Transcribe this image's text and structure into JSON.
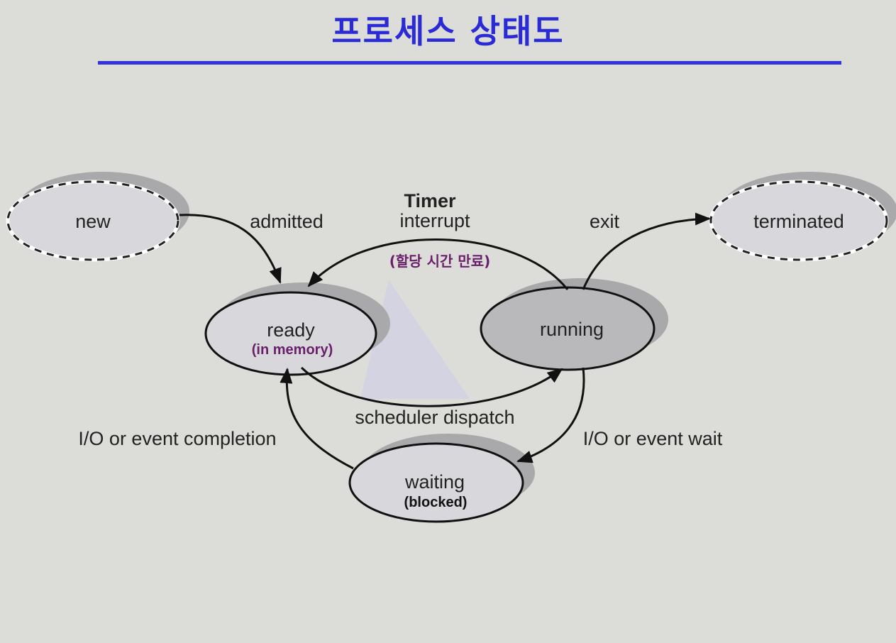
{
  "title": "프로세스 상태도",
  "states": {
    "new": "new",
    "ready": "ready",
    "ready_note": "(in memory)",
    "running": "running",
    "waiting": "waiting",
    "waiting_note": "(blocked)",
    "terminated": "terminated"
  },
  "transitions": {
    "admitted": "admitted",
    "timer": "Timer",
    "interrupt": "interrupt",
    "interrupt_note": "(할당 시간 만료)",
    "exit": "exit",
    "dispatch": "scheduler dispatch",
    "io_completion": "I/O or event completion",
    "io_wait": "I/O or event wait"
  },
  "colors": {
    "title": "#2b2bd6",
    "note": "#6a1f6a",
    "running_fill": "#b9b9bb",
    "state_fill": "#d8d8dc"
  }
}
